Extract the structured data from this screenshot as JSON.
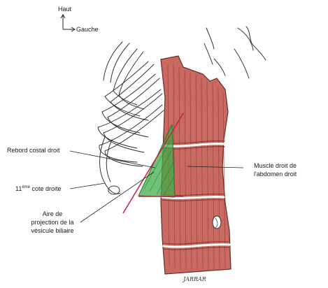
{
  "orientation": {
    "up": "Haut",
    "left": "Gauche"
  },
  "labels": {
    "costal_margin": "Rebord costal droit",
    "rib_number": "11",
    "rib_suffix": "ème",
    "rib_text": "cote droite",
    "area_line1": "Aire de",
    "area_line2": "projection de la",
    "area_line3": "vésicule biliaire",
    "muscle_line1": "Muscle droit de",
    "muscle_line2": "l'abdomen droit",
    "signature": "JARRAR"
  },
  "colors": {
    "muscle": "#c96a62",
    "muscle_dark": "#8e3a33",
    "costal_line": "#c8254a",
    "projection_area": "#3fae48",
    "ink": "#222222"
  }
}
